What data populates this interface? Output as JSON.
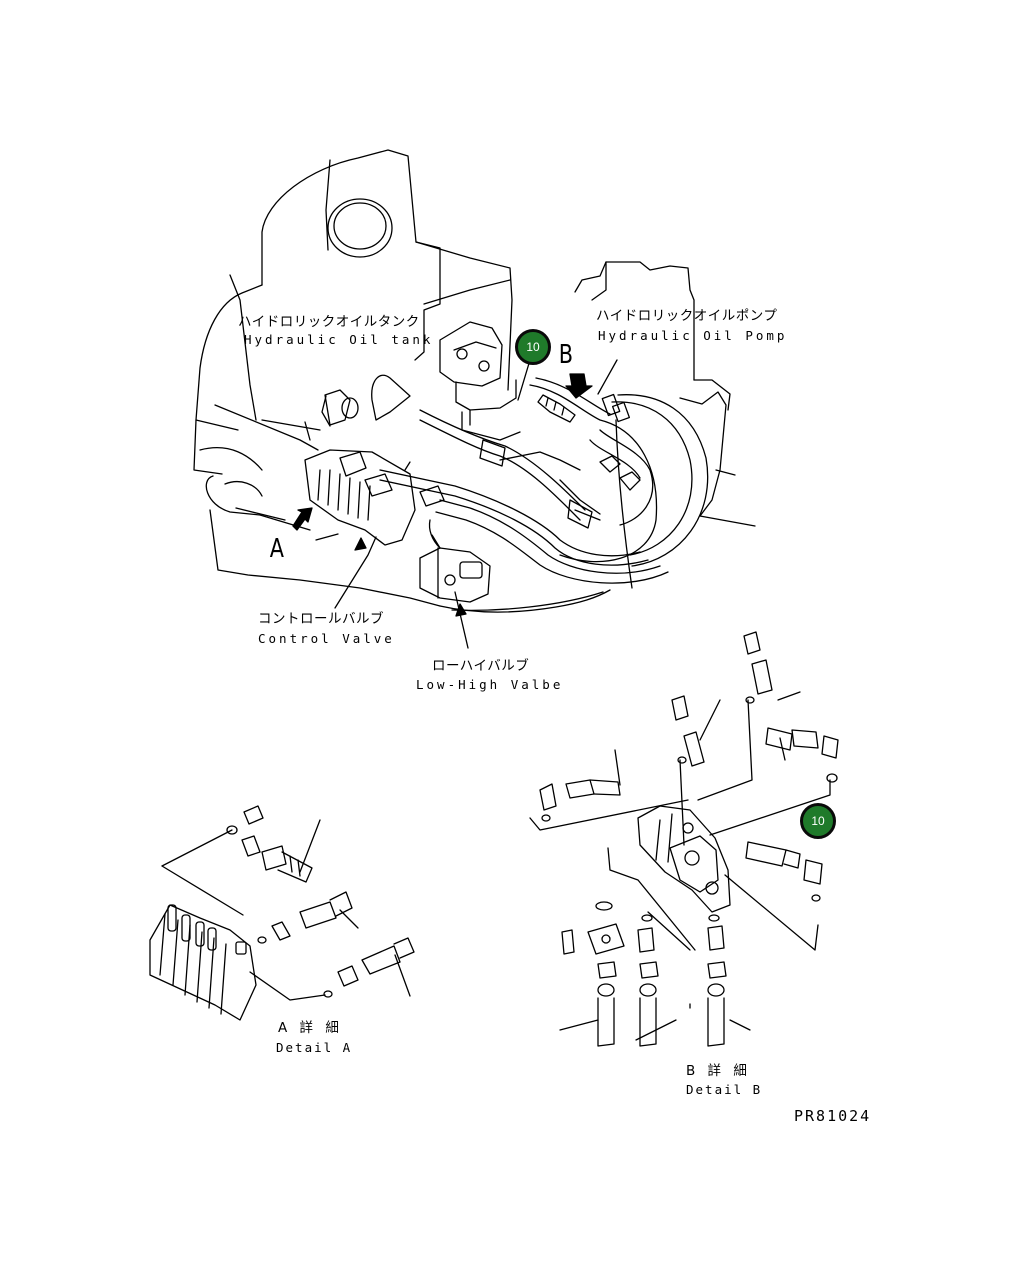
{
  "labels": {
    "tank_jp": "ハイドロリックオイルタンク",
    "tank_en": "Hydraulic Oil tank",
    "pump_jp": "ハイドロリックオイルポンプ",
    "pump_en": "Hydraulic Oil Pomp",
    "control_jp": "コントロールバルブ",
    "control_en": "Control Valve",
    "lowhigh_jp": "ローハイバルブ",
    "lowhigh_en": "Low-High Valbe",
    "detail_a_jp": "A 詳 細",
    "detail_a_en": "Detail A",
    "detail_b_jp": "B 詳 細",
    "detail_b_en": "Detail B",
    "view_a": "A",
    "view_b": "B",
    "drawing_code": "PR81024"
  },
  "callouts": [
    {
      "number": "10",
      "color": "#1f7a2a"
    },
    {
      "number": "10",
      "color": "#1f7a2a"
    }
  ]
}
